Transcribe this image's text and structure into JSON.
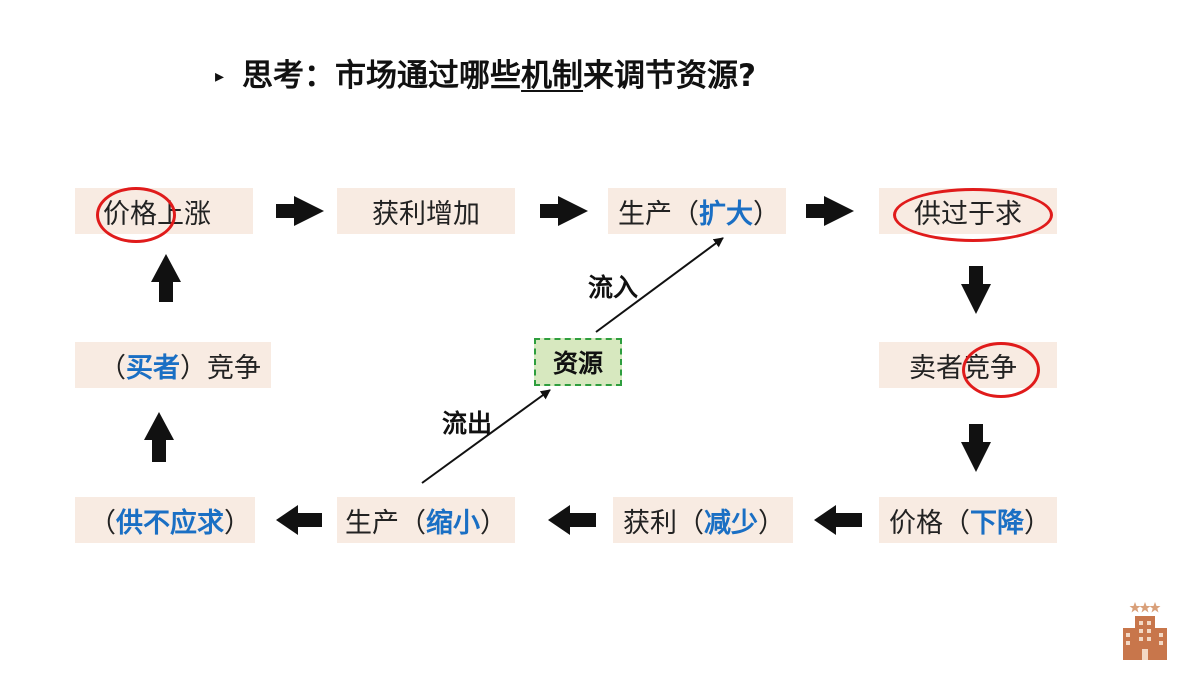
{
  "title": {
    "bullet": "▸",
    "prefix": "思考：市场通过哪些",
    "underlined": "机制",
    "suffix": "来调节资源?"
  },
  "boxes": {
    "price_up": "价格上涨",
    "profit_up": "获利增加",
    "prod_expand_pre": "生产（",
    "prod_expand_key": "扩大",
    "prod_expand_post": "）",
    "oversupply": "供过于求",
    "buyer_pre": "（",
    "buyer_key": "买者",
    "buyer_post": "）竞争",
    "seller": "卖者竞争",
    "shortage_pre": "（",
    "shortage_key": "供不应求",
    "shortage_post": "）",
    "prod_shrink_pre": "生产（",
    "prod_shrink_key": "缩小",
    "prod_shrink_post": "）",
    "profit_down_pre": "获利（",
    "profit_down_key": "减少",
    "profit_down_post": "）",
    "price_down_pre": "价格（",
    "price_down_key": "下降",
    "price_down_post": "）"
  },
  "resource": "资源",
  "flow_in": "流入",
  "flow_out": "流出",
  "colors": {
    "highlight": "#1a6fc4",
    "circle": "#e01b1b",
    "box": "#f8ebe2",
    "resource": "#d7e8bf"
  }
}
